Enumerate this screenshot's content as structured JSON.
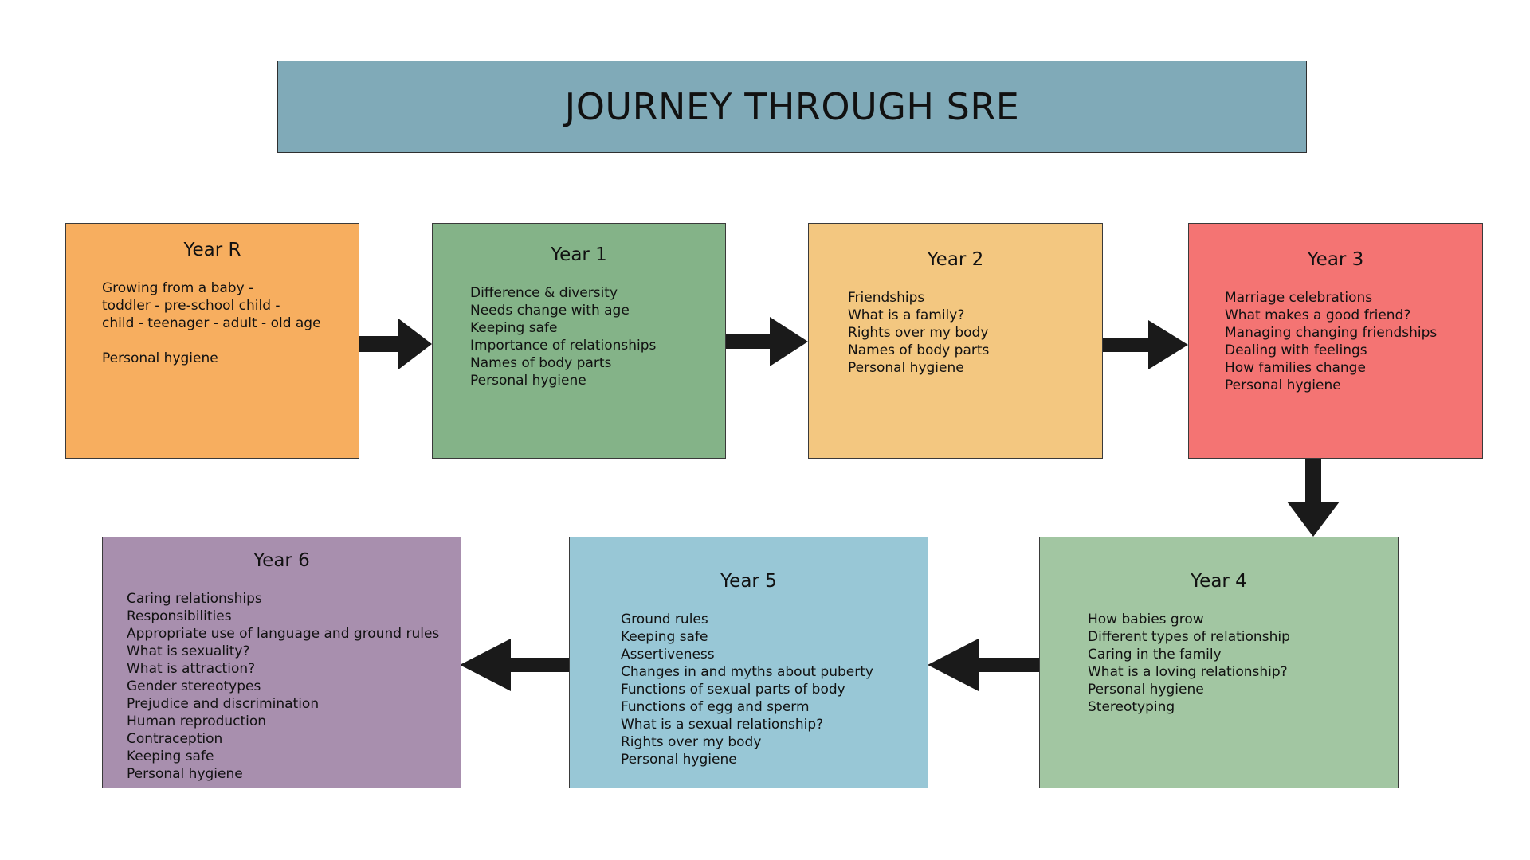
{
  "title": "JOURNEY THROUGH SRE",
  "colors": {
    "title_bg": "#80aab8",
    "arrow": "#1a1a1a",
    "year_r": "#f7ae5f",
    "year_1": "#84b388",
    "year_2": "#f3c780",
    "year_3": "#f47473",
    "year_4": "#a2c6a2",
    "year_5": "#98c7d6",
    "year_6": "#a88fae"
  },
  "years": [
    {
      "key": "year_r",
      "heading": "Year R",
      "items": [
        "Growing from a baby -",
        "toddler - pre-school child -",
        "child - teenager - adult - old age",
        "",
        "Personal hygiene"
      ]
    },
    {
      "key": "year_1",
      "heading": "Year 1",
      "items": [
        "Difference & diversity",
        "Needs change with age",
        "Keeping safe",
        "Importance of relationships",
        "Names of body parts",
        "Personal hygiene"
      ]
    },
    {
      "key": "year_2",
      "heading": "Year 2",
      "items": [
        "Friendships",
        "What is a family?",
        "Rights over my body",
        "Names of body parts",
        "Personal hygiene"
      ]
    },
    {
      "key": "year_3",
      "heading": "Year 3",
      "items": [
        "Marriage celebrations",
        "What makes a good friend?",
        "Managing changing friendships",
        "Dealing with feelings",
        "How families change",
        "Personal hygiene"
      ]
    },
    {
      "key": "year_4",
      "heading": "Year 4",
      "items": [
        "How babies grow",
        "Different types of relationship",
        "Caring in the family",
        "What is a loving relationship?",
        "Personal hygiene",
        "Stereotyping"
      ]
    },
    {
      "key": "year_5",
      "heading": "Year 5",
      "items": [
        "Ground rules",
        "Keeping safe",
        "Assertiveness",
        "Changes in and myths about puberty",
        "Functions of sexual parts of body",
        "Functions of egg and sperm",
        "What is a sexual relationship?",
        "Rights over my body",
        "Personal hygiene"
      ]
    },
    {
      "key": "year_6",
      "heading": "Year 6",
      "items": [
        "Caring relationships",
        "Responsibilities",
        "Appropriate use of language and ground rules",
        "What is sexuality?",
        "What is attraction?",
        "Gender stereotypes",
        "Prejudice and discrimination",
        "Human reproduction",
        "Contraception",
        "Keeping safe",
        "Personal hygiene"
      ]
    }
  ]
}
